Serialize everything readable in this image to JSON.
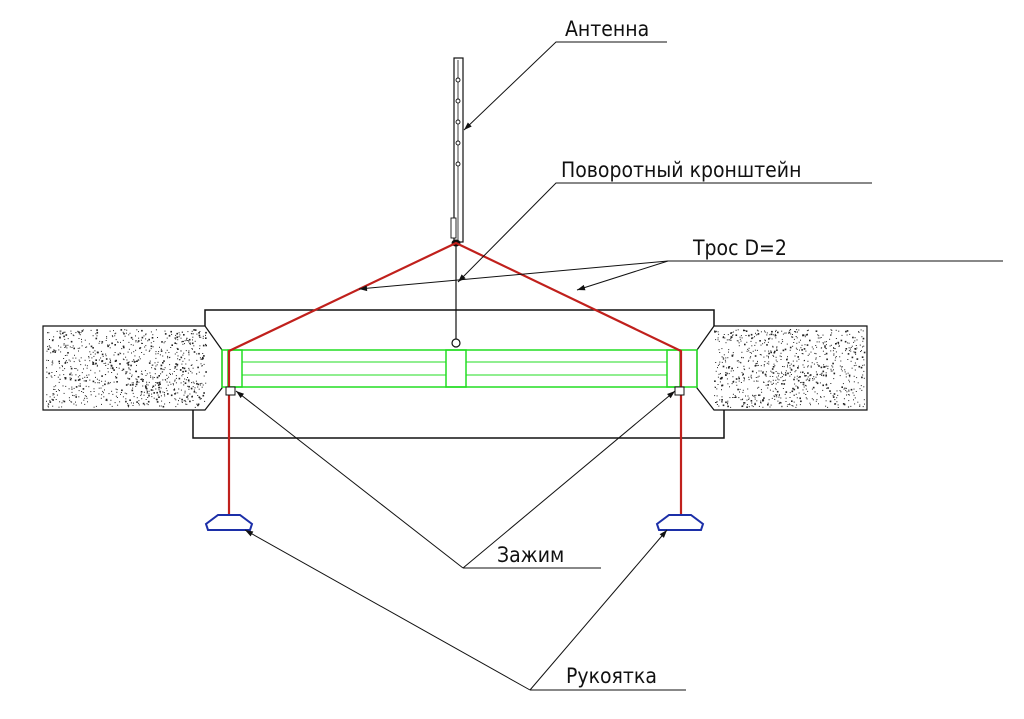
{
  "labels": {
    "antenna": "Антенна",
    "bracket": "Поворотный кронштейн",
    "cable": "Трос D=2",
    "clamp": "Зажим",
    "handle": "Рукоятка"
  },
  "colors": {
    "line": "#111111",
    "cable": "#c0201c",
    "frame": "#22dd22",
    "handle": "#1c2fa8",
    "wall_fill": "#ffffff"
  }
}
